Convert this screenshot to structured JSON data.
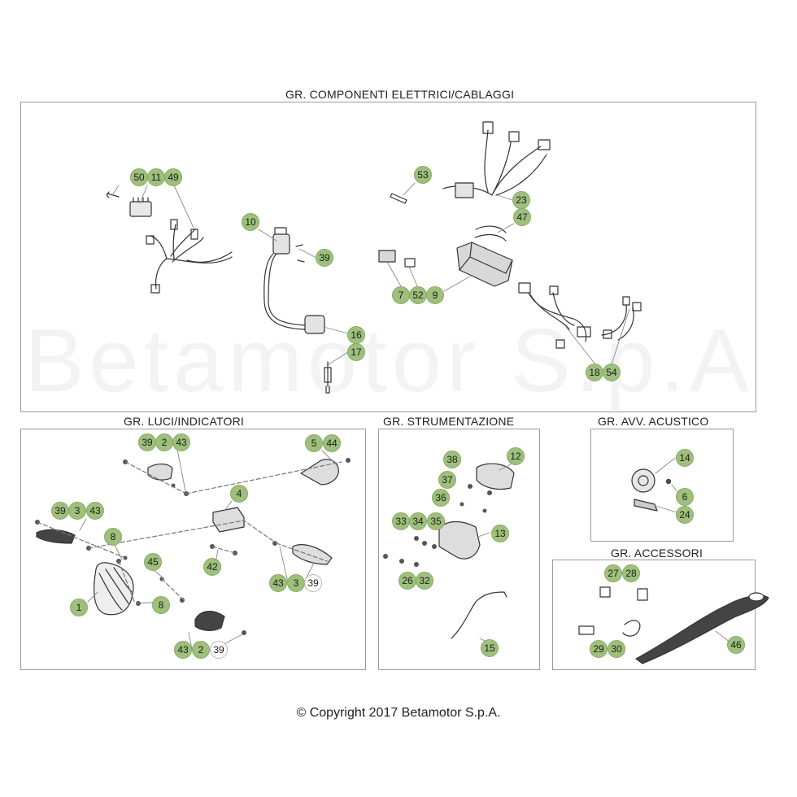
{
  "sections": {
    "electrical": {
      "title": "GR. COMPONENTI ELETTRICI/CABLAGGI"
    },
    "lights": {
      "title": "GR. LUCI/INDICATORI"
    },
    "instruments": {
      "title": "GR. STRUMENTAZIONE"
    },
    "horn": {
      "title": "GR. AVV. ACUSTICO"
    },
    "accessories": {
      "title": "GR. ACCESSORI"
    }
  },
  "callouts": {
    "electrical": [
      "50",
      "11",
      "49",
      "10",
      "39",
      "16",
      "17",
      "53",
      "23",
      "47",
      "7",
      "52",
      "9",
      "18",
      "54"
    ],
    "lights": [
      "39",
      "2",
      "43",
      "5",
      "44",
      "4",
      "39",
      "3",
      "43",
      "8",
      "45",
      "42",
      "43",
      "3",
      "39",
      "1",
      "8",
      "43",
      "2",
      "39"
    ],
    "instruments": [
      "38",
      "12",
      "37",
      "36",
      "33",
      "34",
      "35",
      "13",
      "26",
      "32",
      "15"
    ],
    "horn": [
      "14",
      "6",
      "24"
    ],
    "accessories": [
      "27",
      "28",
      "29",
      "30",
      "46"
    ]
  },
  "colors": {
    "callout_fill": "#9ec07c",
    "callout_border": "#87aa66",
    "frame": "#9a9a9a"
  },
  "copyright": "© Copyright 2017 Betamotor S.p.A."
}
